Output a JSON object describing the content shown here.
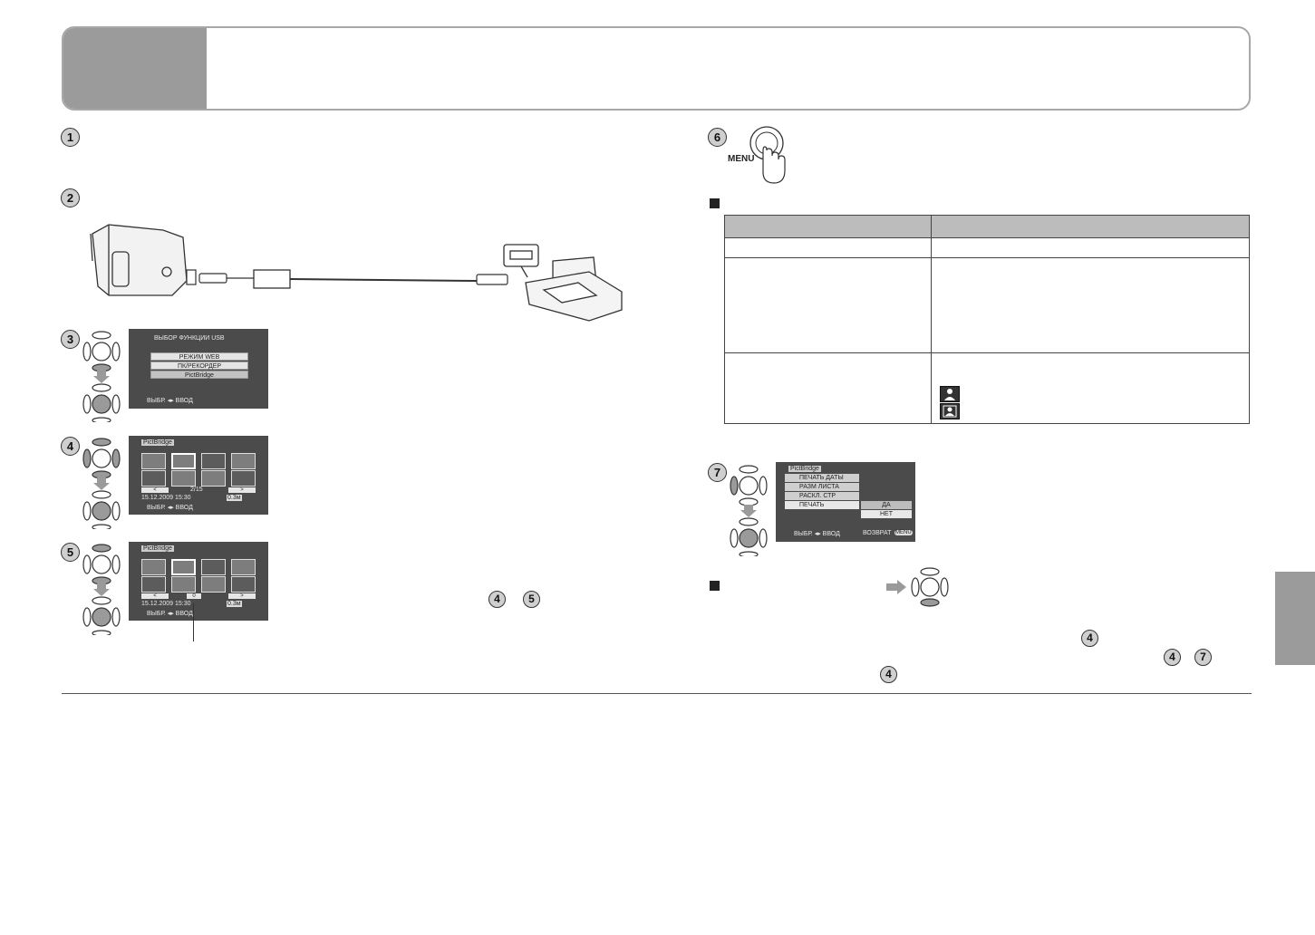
{
  "step_numbers": {
    "s1": "1",
    "s2": "2",
    "s3": "3",
    "s4": "4",
    "s5": "5",
    "s6": "6",
    "s7": "7",
    "ref_a": "4",
    "ref_b": "5",
    "ref_c": "4",
    "ref_d": "4",
    "ref_e": "7",
    "ref_f": "4"
  },
  "step6": {
    "menu_label": "MENU"
  },
  "usb_screen": {
    "title": "ВЫБОР ФУНКЦИИ USB",
    "options": [
      "РЕЖИМ WEB",
      "ПК/РЕКОРДЕР",
      "PictBridge"
    ],
    "selected_index": 2,
    "footer": "ВЫБР. ◂▸ ВВОД"
  },
  "thumb_screen_4": {
    "badge": "PictBridge",
    "counter": "2/15",
    "datetime": "15.12.2009  15:30",
    "quality": "0.3м",
    "footer": "ВЫБР. ◂▸ ВВОД"
  },
  "thumb_screen_5": {
    "badge": "PictBridge",
    "copies": "0",
    "datetime": "15.12.2009  15:30",
    "quality": "0.3м",
    "footer": "ВЫБР. ◂▸ ВВОД"
  },
  "print_screen": {
    "badge": "PictBridge",
    "items": [
      "ПЕЧАТЬ ДАТЫ",
      "РАЗМ ЛИСТА",
      "РАСКЛ. СТР",
      "ПЕЧАТЬ"
    ],
    "confirm": [
      "ДА",
      "НЕТ"
    ],
    "footer_left": "ВЫБР. ◂▸ ВВОД",
    "footer_right": "ВОЗВРАТ",
    "footer_right_badge": "MENU"
  },
  "colors": {
    "header_tab": "#9b9b9b",
    "table_header": "#bcbcbc",
    "lcd": "#4b4b4b"
  }
}
